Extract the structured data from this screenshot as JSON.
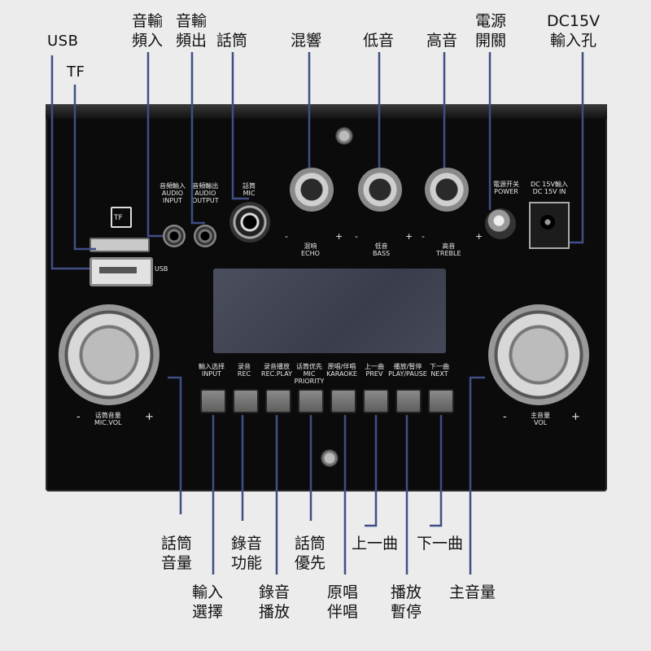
{
  "callouts_top": {
    "usb": "USB",
    "tf": "TF",
    "audio_in": [
      "音輸",
      "頻入"
    ],
    "audio_out": [
      "音輸",
      "頻出"
    ],
    "mic": "話筒",
    "echo": "混響",
    "bass": "低音",
    "treble": "高音",
    "power": [
      "電源",
      "開關"
    ],
    "dc": [
      "DC15V",
      "輸入孔"
    ]
  },
  "callouts_bottom": {
    "mic_vol": [
      "話筒",
      "音量"
    ],
    "input": [
      "輸入",
      "選擇"
    ],
    "rec": [
      "錄音",
      "功能"
    ],
    "rec_play": [
      "錄音",
      "播放"
    ],
    "mic_priority": [
      "話筒",
      "優先"
    ],
    "karaoke": [
      "原唱",
      "伴唱"
    ],
    "prev": "上一曲",
    "play_pause": [
      "播放",
      "暫停"
    ],
    "next": "下一曲",
    "master_vol": "主音量"
  },
  "panel_labels": {
    "audio_input": [
      "音頻輸入",
      "AUDIO",
      "INPUT"
    ],
    "audio_output": [
      "音頻輸出",
      "AUDIO",
      "OUTPUT"
    ],
    "mic": [
      "話筒",
      "MIC"
    ],
    "echo": [
      "混响",
      "ECHO"
    ],
    "bass": [
      "低音",
      "BASS"
    ],
    "treble": [
      "高音",
      "TREBLE"
    ],
    "power": [
      "電源开关",
      "POWER"
    ],
    "dc": [
      "DC 15V輸入",
      "DC 15V IN"
    ],
    "usb": "USB",
    "tf": "TF",
    "mic_vol": [
      "话筒音量",
      "MIC.VOL"
    ],
    "master_vol": [
      "主音量",
      "VOL"
    ],
    "minus": "-",
    "plus": "+",
    "buttons": [
      [
        "輸入选择",
        "INPUT"
      ],
      [
        "录音",
        "REC"
      ],
      [
        "录音播放",
        "REC.PLAY"
      ],
      [
        "话筒优先",
        "MIC",
        "PRIORITY"
      ],
      [
        "原唱/伴唱",
        "KARAOKE"
      ],
      [
        "上一曲",
        "PREV"
      ],
      [
        "播放/暂停",
        "PLAY/PAUSE"
      ],
      [
        "下一曲",
        "NEXT"
      ]
    ]
  },
  "colors": {
    "callout_line": "#3f4f86",
    "panel": "#0b0b0c"
  }
}
